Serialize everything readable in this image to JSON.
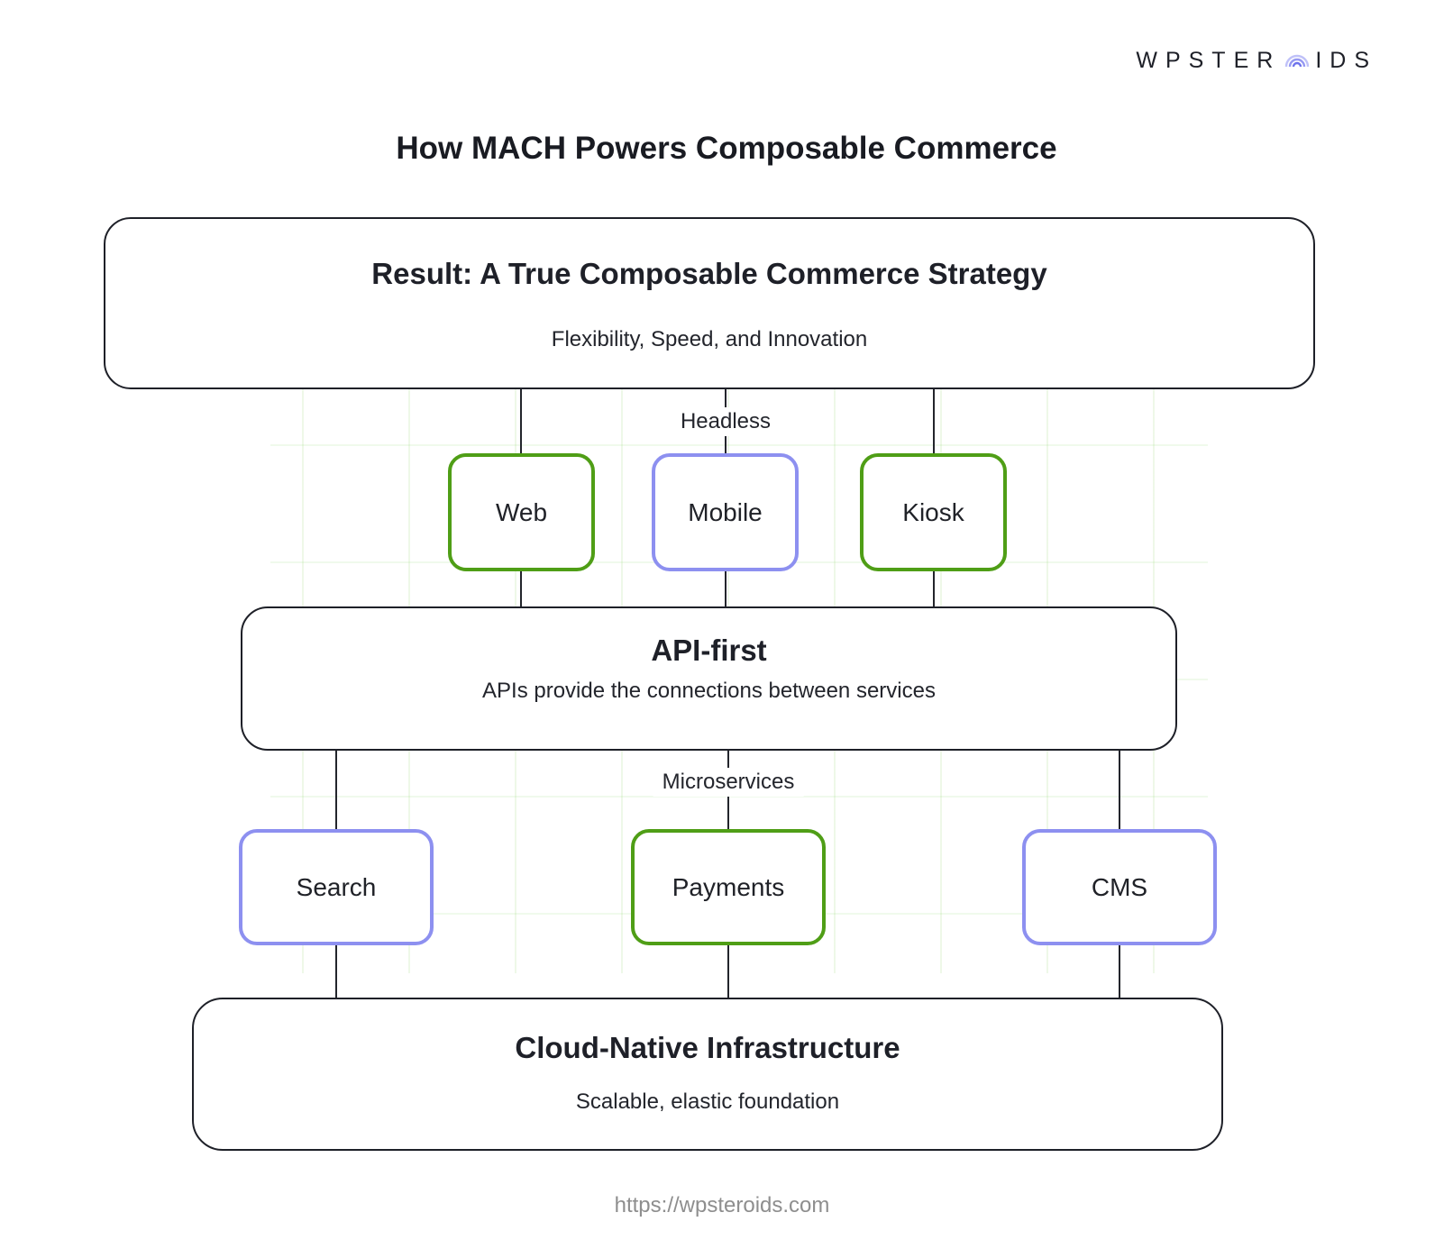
{
  "logo": {
    "part1": "WPSTER",
    "part2": "IDS",
    "icon": "concentric-arcs"
  },
  "title": "How MACH Powers Composable Commerce",
  "diagram": {
    "result_box": {
      "title": "Result: A True Composable Commerce Strategy",
      "subtitle": "Flexibility, Speed, and Innovation"
    },
    "headless_label": "Headless",
    "channels": [
      {
        "label": "Web",
        "border": "green"
      },
      {
        "label": "Mobile",
        "border": "purple"
      },
      {
        "label": "Kiosk",
        "border": "green"
      }
    ],
    "api_box": {
      "title": "API-first",
      "subtitle": "APIs provide the connections between services"
    },
    "microservices_label": "Microservices",
    "services": [
      {
        "label": "Search",
        "border": "purple"
      },
      {
        "label": "Payments",
        "border": "green"
      },
      {
        "label": "CMS",
        "border": "purple"
      }
    ],
    "infra_box": {
      "title": "Cloud-Native Infrastructure",
      "subtitle": "Scalable, elastic foundation"
    }
  },
  "footer": {
    "url": "https://wpsteroids.com"
  },
  "colors": {
    "green": "#4f9e16",
    "purple": "#8d90f0",
    "ink": "#1e2028",
    "gray": "#8e8e8e",
    "grid_green": "rgba(120,205,80,0.13)"
  }
}
